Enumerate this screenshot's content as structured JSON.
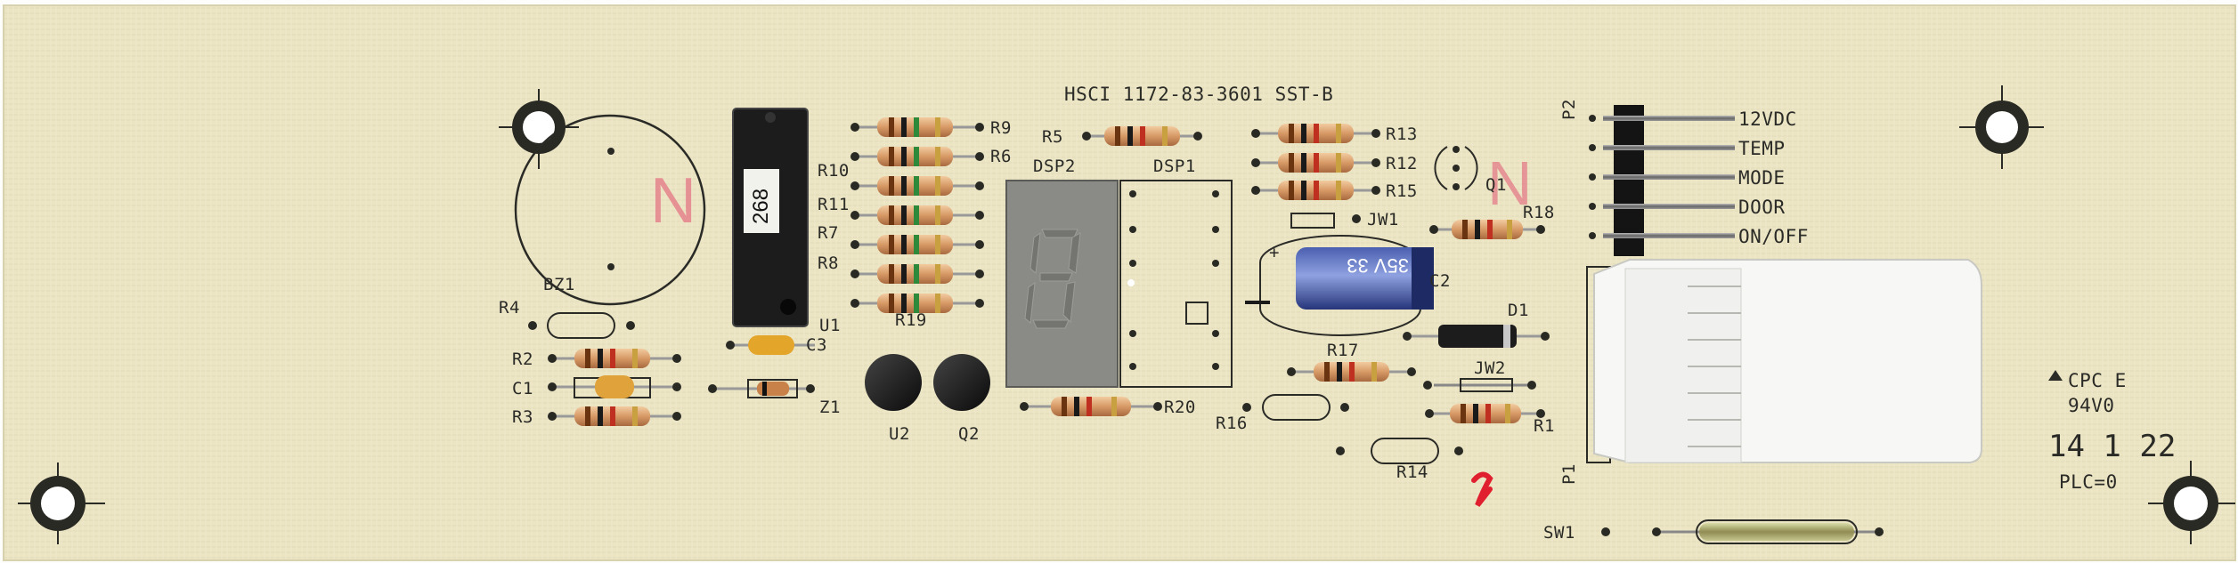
{
  "board": {
    "part_number": "HSCI 1172-83-3601 SST-B",
    "pcb_color": "#ebe5c4",
    "silk_color": "#2a2a26"
  },
  "connector_p2": {
    "ref": "P2",
    "pins": [
      "12VDC",
      "TEMP",
      "MODE",
      "DOOR",
      "ON/OFF"
    ]
  },
  "connector_p1": {
    "ref": "P1"
  },
  "marking": {
    "certification": "CPC E",
    "rating": "94V0",
    "date_code": "14 1 22",
    "plc": "PLC=0"
  },
  "ic_u1": {
    "ref": "U1",
    "label": "268"
  },
  "designators": {
    "bz1": "BZ1",
    "r1": "R1",
    "r2": "R2",
    "r3": "R3",
    "r4": "R4",
    "r5": "R5",
    "r6": "R6",
    "r7": "R7",
    "r8": "R8",
    "r9": "R9",
    "r10": "R10",
    "r11": "R11",
    "r12": "R12",
    "r13": "R13",
    "r14": "R14",
    "r15": "R15",
    "r16": "R16",
    "r17": "R17",
    "r18": "R18",
    "r19": "R19",
    "r20": "R20",
    "c1": "C1",
    "c2": "C2",
    "c3": "C3",
    "d1": "D1",
    "z1": "Z1",
    "q1": "Q1",
    "q2": "Q2",
    "u2": "U2",
    "jw1": "JW1",
    "jw2": "JW2",
    "dsp1": "DSP1",
    "dsp2": "DSP2",
    "sw1": "SW1"
  },
  "capacitor_c2": {
    "marking": "35V 33"
  }
}
